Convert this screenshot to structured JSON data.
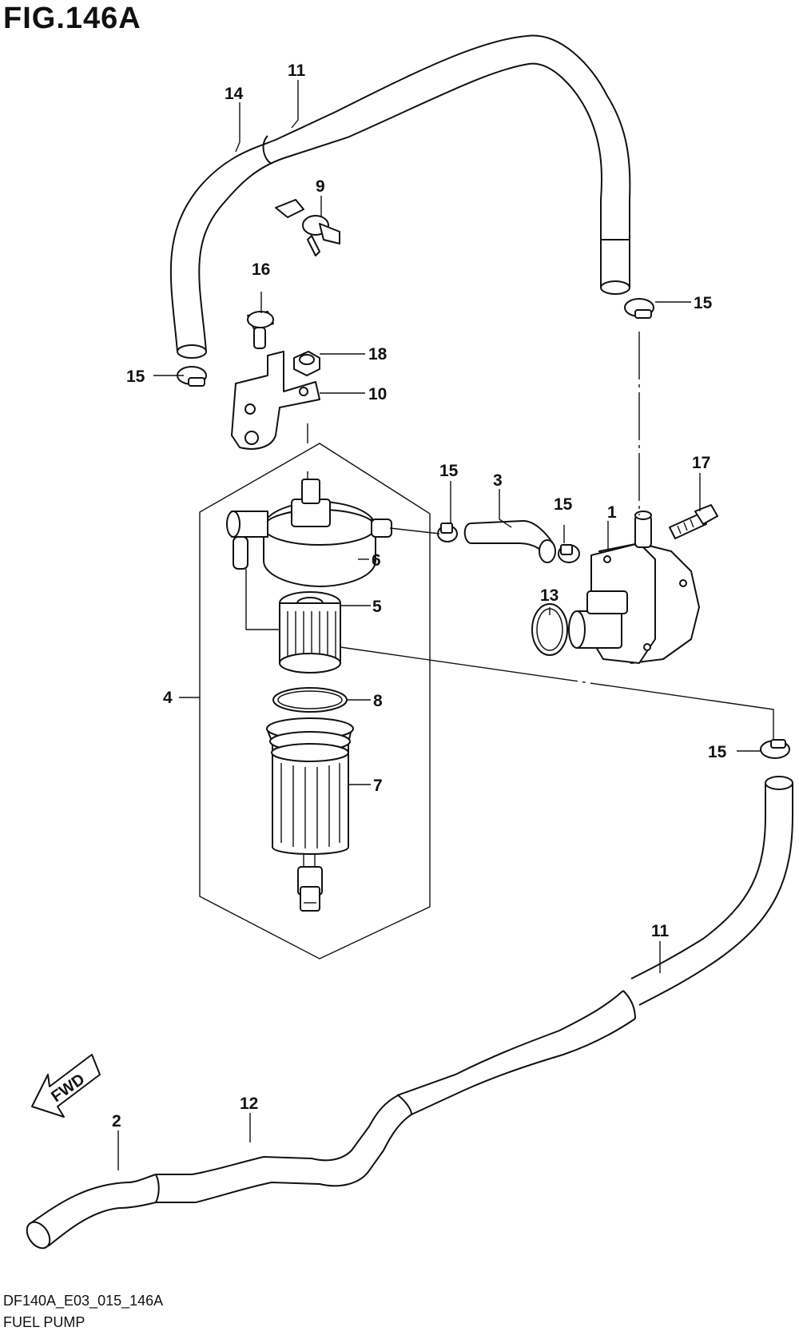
{
  "figure": {
    "title": "FIG.146A"
  },
  "footer": {
    "code": "DF140A_E03_015_146A",
    "name": "FUEL PUMP"
  },
  "direction_marker": {
    "label": "FWD",
    "icon": "fwd-arrow-icon"
  },
  "callouts": [
    {
      "id": "c1",
      "label": "1"
    },
    {
      "id": "c2",
      "label": "2"
    },
    {
      "id": "c3",
      "label": "3"
    },
    {
      "id": "c4",
      "label": "4"
    },
    {
      "id": "c5",
      "label": "5"
    },
    {
      "id": "c6",
      "label": "6"
    },
    {
      "id": "c7",
      "label": "7"
    },
    {
      "id": "c8",
      "label": "8"
    },
    {
      "id": "c9",
      "label": "9"
    },
    {
      "id": "c10",
      "label": "10"
    },
    {
      "id": "c11a",
      "label": "11"
    },
    {
      "id": "c11b",
      "label": "11"
    },
    {
      "id": "c12",
      "label": "12"
    },
    {
      "id": "c13",
      "label": "13"
    },
    {
      "id": "c14",
      "label": "14"
    },
    {
      "id": "c15a",
      "label": "15"
    },
    {
      "id": "c15b",
      "label": "15"
    },
    {
      "id": "c15c",
      "label": "15"
    },
    {
      "id": "c15d",
      "label": "15"
    },
    {
      "id": "c15e",
      "label": "15"
    },
    {
      "id": "c16",
      "label": "16"
    },
    {
      "id": "c17",
      "label": "17"
    },
    {
      "id": "c18",
      "label": "18"
    }
  ]
}
